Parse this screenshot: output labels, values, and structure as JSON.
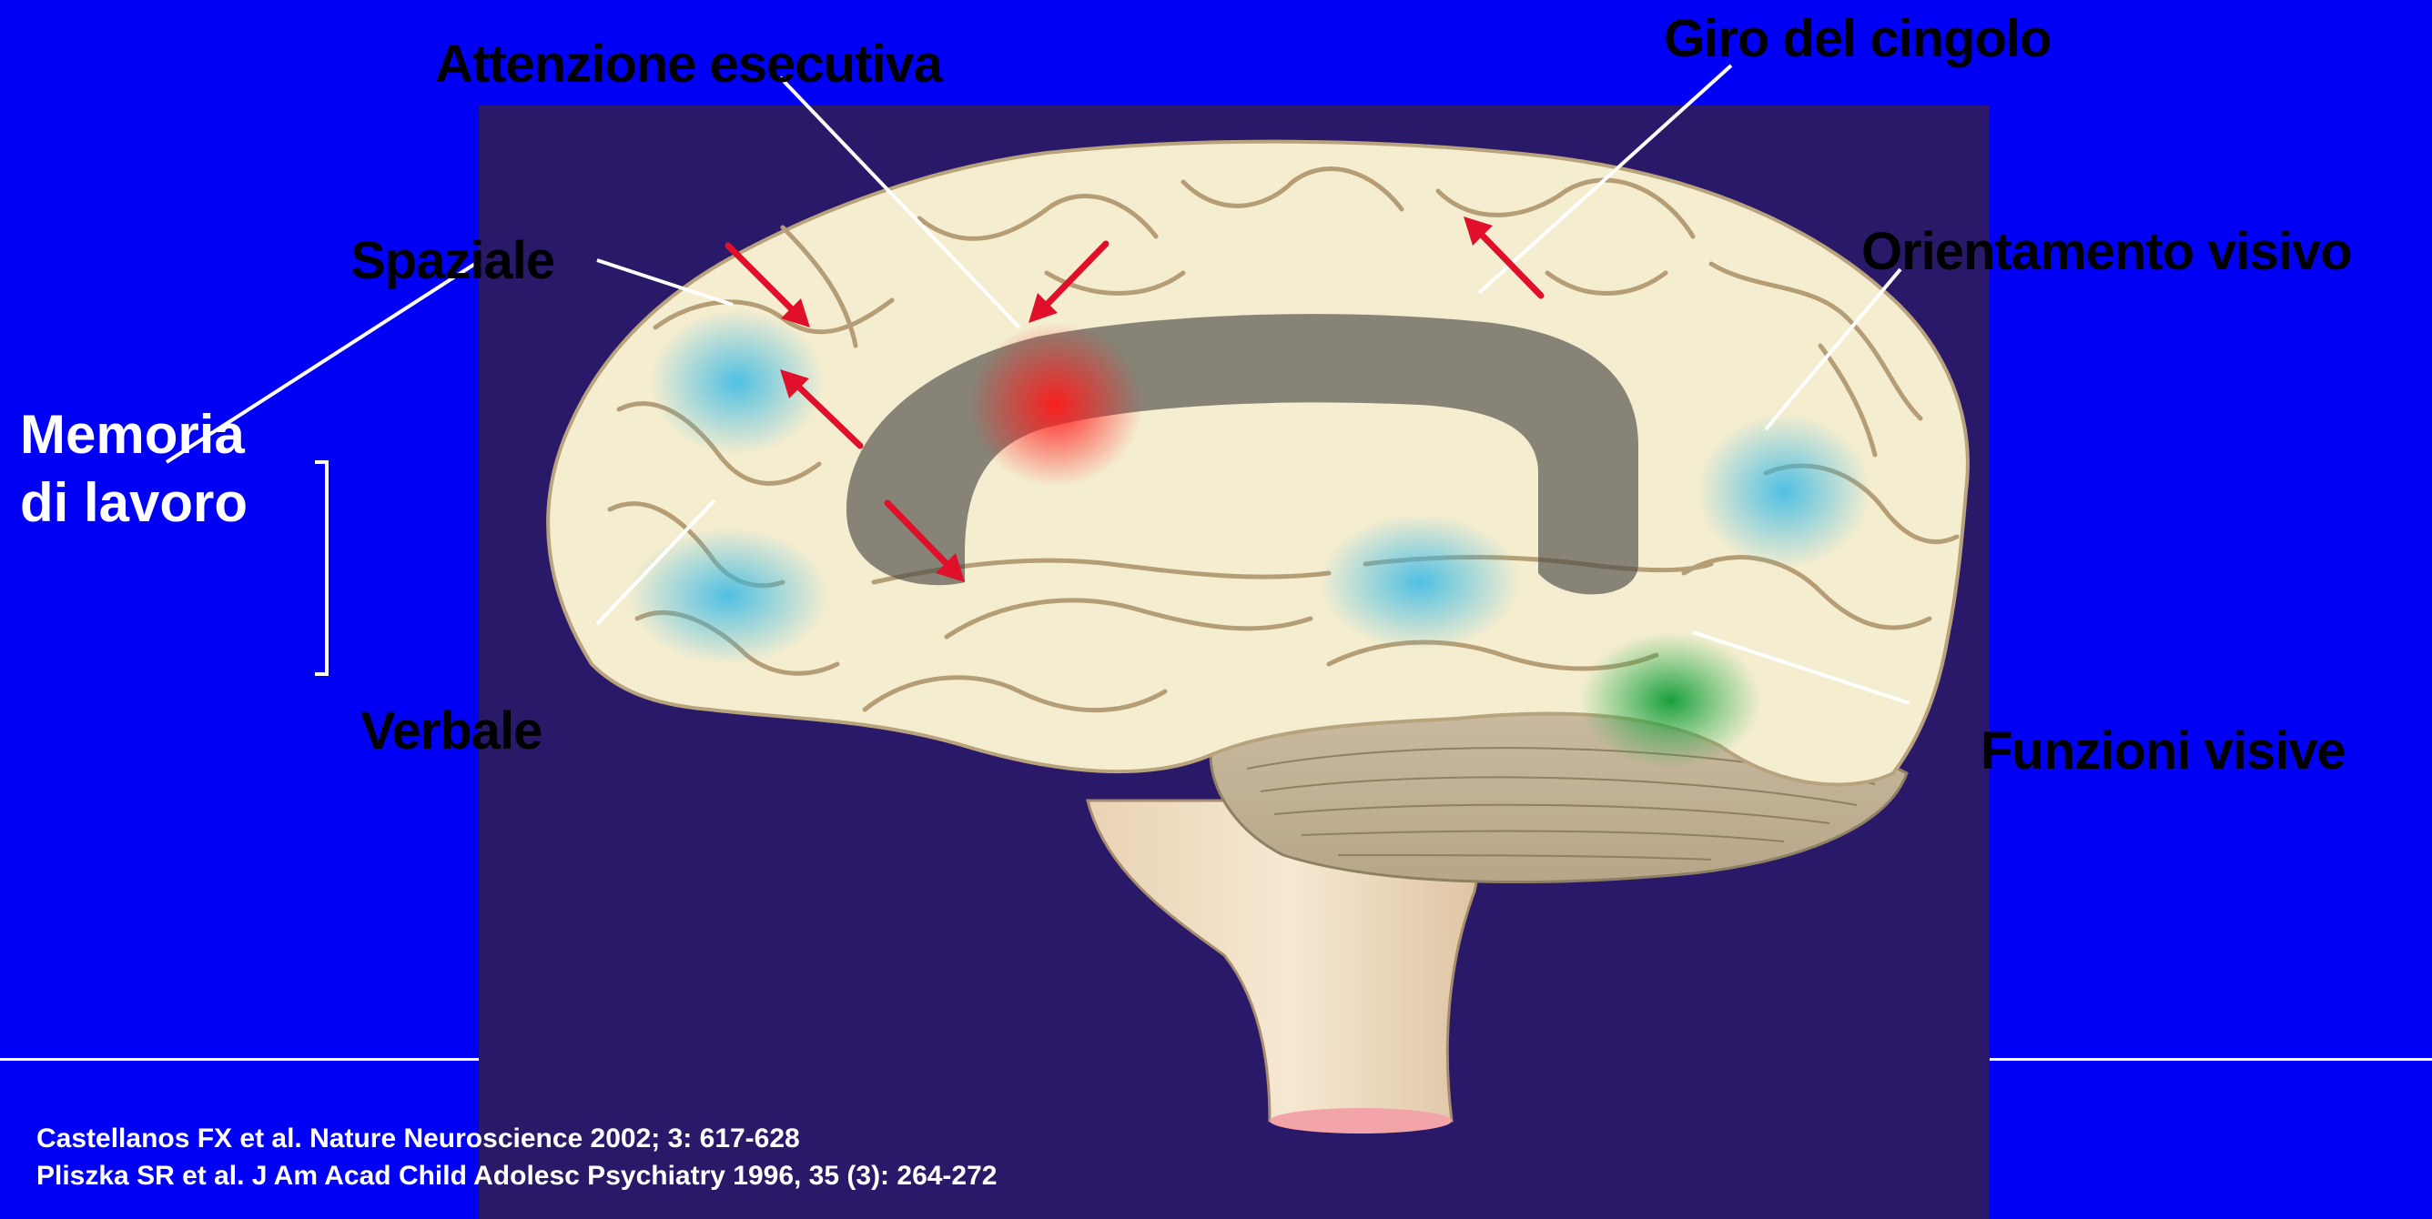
{
  "colors": {
    "background": "#0000f5",
    "panel": "#2a1868",
    "brain": "#f4edd0",
    "arrow": "#e0102a",
    "blue_region": "#33b8e6",
    "red_region": "#ff1a1a",
    "green_region": "#1fb045",
    "cingulate_band": "#5a5a55",
    "label_text": "#000000"
  },
  "labels": {
    "attenzione": "Attenzione esecutiva",
    "giro": "Giro del cingolo",
    "spaziale": "Spaziale",
    "orientamento": "Orientamento visivo",
    "memoria_line1": "Memoria",
    "memoria_line2": "di lavoro",
    "verbale": "Verbale",
    "funzioni": "Funzioni visive"
  },
  "references": [
    "Castellanos FX et al. Nature Neuroscience 2002; 3: 617-628",
    "Pliszka SR et al. J Am Acad Child Adolesc Psychiatry 1996, 35 (3): 264-272"
  ],
  "icons": [
    "red-arrow-icon",
    "bracket-icon"
  ]
}
